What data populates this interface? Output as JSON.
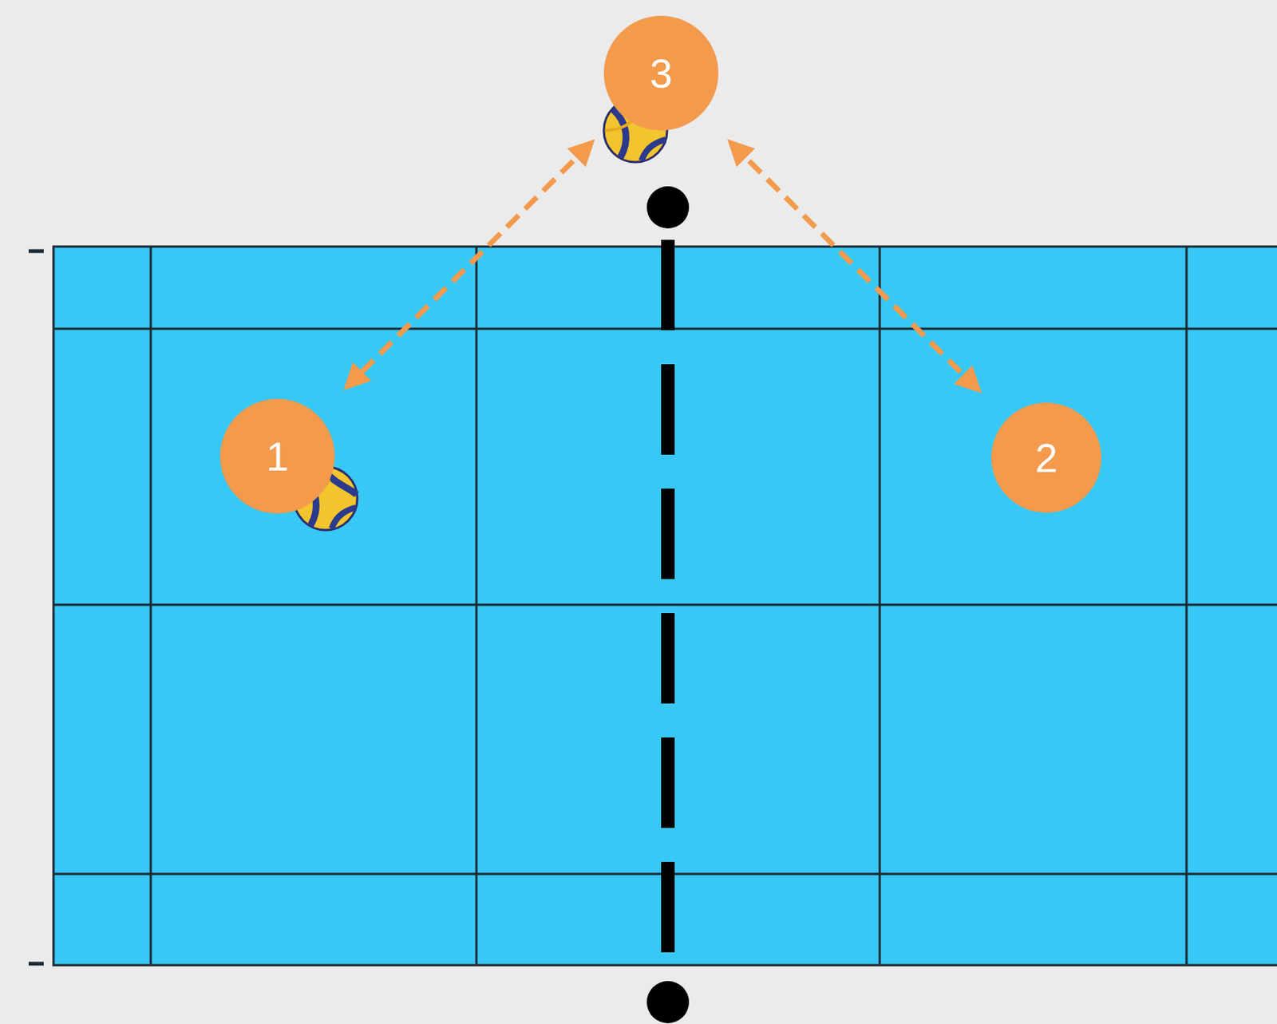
{
  "diagram": {
    "nodes": [
      {
        "text": [
          "3"
        ]
      },
      {
        "text": [
          "1"
        ]
      },
      {
        "text": [
          "2"
        ]
      }
    ],
    "edges": [
      {
        "from": 0,
        "to": 1,
        "arrow": "both"
      },
      {
        "from": 0,
        "to": 2,
        "arrow": "both"
      }
    ]
  }
}
